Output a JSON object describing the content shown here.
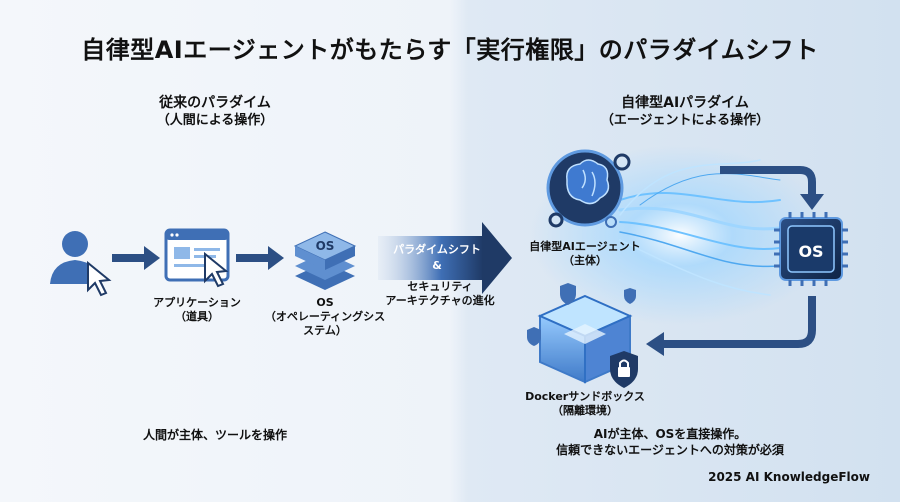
{
  "title": "自律型AIエージェントがもたらす「実行権限」のパラダイムシフト",
  "left": {
    "heading": "従来のパラダイム",
    "subheading": "（人間による操作）",
    "app_label": "アプリケーション",
    "app_sub": "（道具）",
    "os_label": "OS",
    "os_sub": "（オペレーティングシス",
    "os_sub2": "ステム）",
    "os_icon_text": "OS",
    "caption": "人間が主体、ツールを操作"
  },
  "center": {
    "arrow_text": "パラダイムシフト",
    "amp": "&",
    "line1": "セキュリティ",
    "line2": "アーキテクチャの進化"
  },
  "right": {
    "heading": "自律型AIパラダイム",
    "subheading": "（エージェントによる操作）",
    "agent_label": "自律型AIエージェント",
    "agent_sub": "（主体）",
    "os_chip_text": "OS",
    "docker_label": "Dockerサンドボックス",
    "docker_sub": "（隔離環境）",
    "caption1": "AIが主体、OSを直接操作。",
    "caption2": "信頼できないエージェントへの対策が必須"
  },
  "footer": "2025 AI KnowledgeFlow",
  "colors": {
    "navy": "#1f3a66",
    "blue": "#3f6fb5",
    "light_blue": "#8fb8e8",
    "glow": "#6fc2ff"
  }
}
